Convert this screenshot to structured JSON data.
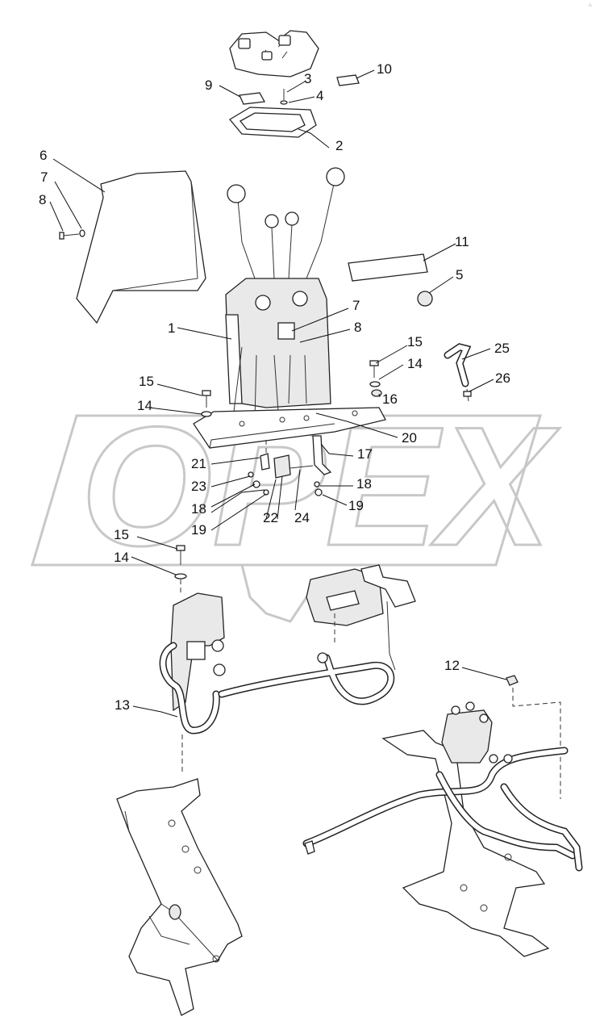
{
  "diagram": {
    "watermark": "OPEX",
    "callouts": [
      {
        "id": "c1",
        "text": "1"
      },
      {
        "id": "c2",
        "text": "2"
      },
      {
        "id": "c3",
        "text": "3"
      },
      {
        "id": "c4",
        "text": "4"
      },
      {
        "id": "c5",
        "text": "5"
      },
      {
        "id": "c6",
        "text": "6"
      },
      {
        "id": "c7a",
        "text": "7"
      },
      {
        "id": "c7b",
        "text": "7"
      },
      {
        "id": "c8a",
        "text": "8"
      },
      {
        "id": "c8b",
        "text": "8"
      },
      {
        "id": "c9",
        "text": "9"
      },
      {
        "id": "c10",
        "text": "10"
      },
      {
        "id": "c11",
        "text": "11"
      },
      {
        "id": "c12",
        "text": "12"
      },
      {
        "id": "c13",
        "text": "13"
      },
      {
        "id": "c14a",
        "text": "14"
      },
      {
        "id": "c14b",
        "text": "14"
      },
      {
        "id": "c14c",
        "text": "14"
      },
      {
        "id": "c15a",
        "text": "15"
      },
      {
        "id": "c15b",
        "text": "15"
      },
      {
        "id": "c15c",
        "text": "15"
      },
      {
        "id": "c16",
        "text": "16"
      },
      {
        "id": "c17",
        "text": "17"
      },
      {
        "id": "c18a",
        "text": "18"
      },
      {
        "id": "c18b",
        "text": "18"
      },
      {
        "id": "c19a",
        "text": "19"
      },
      {
        "id": "c19b",
        "text": "19"
      },
      {
        "id": "c20",
        "text": "20"
      },
      {
        "id": "c21",
        "text": "21"
      },
      {
        "id": "c22",
        "text": "22"
      },
      {
        "id": "c23",
        "text": "23"
      },
      {
        "id": "c24",
        "text": "24"
      },
      {
        "id": "c25",
        "text": "25"
      },
      {
        "id": "c26",
        "text": "26"
      }
    ]
  }
}
